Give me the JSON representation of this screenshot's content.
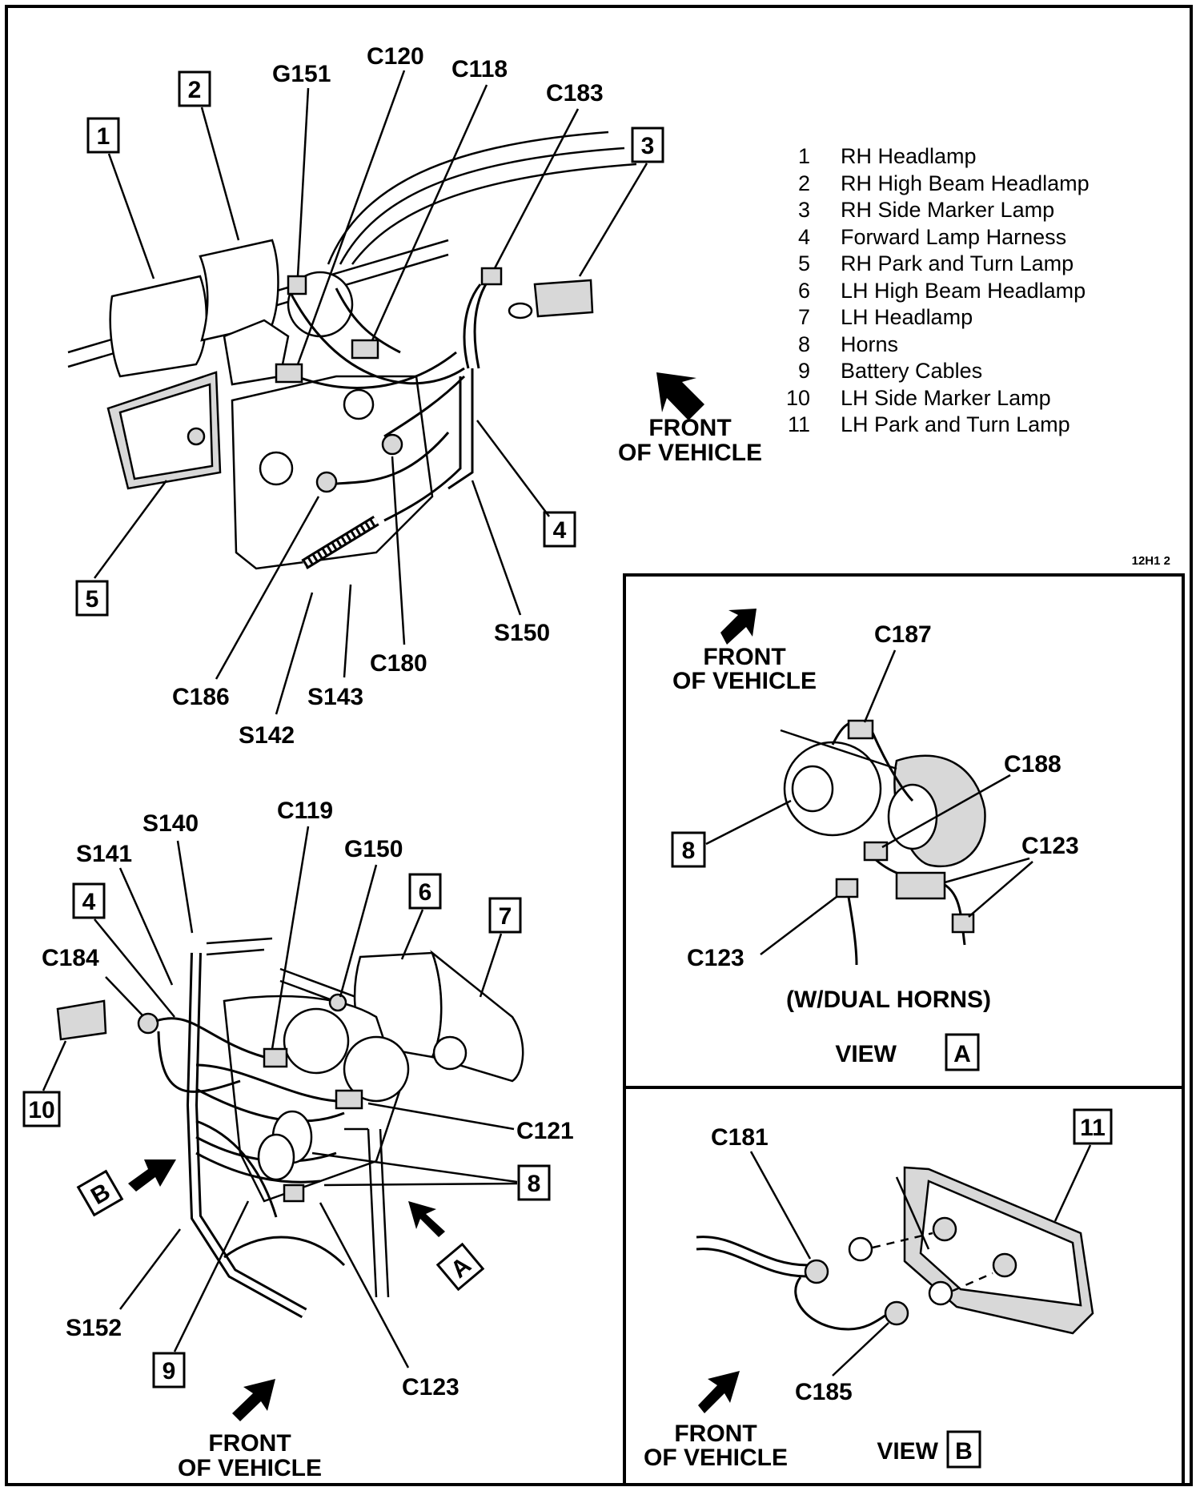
{
  "figure_id": "12H1 2",
  "legend": [
    {
      "num": "1",
      "text": "RH Headlamp"
    },
    {
      "num": "2",
      "text": "RH High Beam Headlamp"
    },
    {
      "num": "3",
      "text": "RH Side Marker Lamp"
    },
    {
      "num": "4",
      "text": "Forward Lamp Harness"
    },
    {
      "num": "5",
      "text": "RH Park and Turn Lamp"
    },
    {
      "num": "6",
      "text": "LH High Beam Headlamp"
    },
    {
      "num": "7",
      "text": "LH Headlamp"
    },
    {
      "num": "8",
      "text": "Horns"
    },
    {
      "num": "9",
      "text": "Battery Cables"
    },
    {
      "num": "10",
      "text": "LH Side Marker Lamp"
    },
    {
      "num": "11",
      "text": "LH Park and Turn Lamp"
    }
  ],
  "front_line1": "FRONT",
  "front_line2": "OF VEHICLE",
  "top": {
    "callouts": [
      "1",
      "2",
      "3",
      "4",
      "5"
    ],
    "labels": [
      "G151",
      "C120",
      "C118",
      "C183",
      "C186",
      "S142",
      "S143",
      "C180",
      "S150"
    ]
  },
  "bottom": {
    "callouts": [
      "4",
      "6",
      "7",
      "10",
      "8",
      "9"
    ],
    "view_callouts": [
      "B",
      "A"
    ],
    "labels": [
      "S140",
      "S141",
      "C119",
      "G150",
      "C184",
      "C121",
      "S152",
      "C123"
    ]
  },
  "view_a": {
    "labels": [
      "C187",
      "C188",
      "C123",
      "C123"
    ],
    "callout": "8",
    "note": "(W/DUAL HORNS)",
    "view_word": "VIEW",
    "view_letter": "A"
  },
  "view_b": {
    "labels": [
      "C181",
      "C185"
    ],
    "callout": "11",
    "view_word": "VIEW",
    "view_letter": "B"
  }
}
